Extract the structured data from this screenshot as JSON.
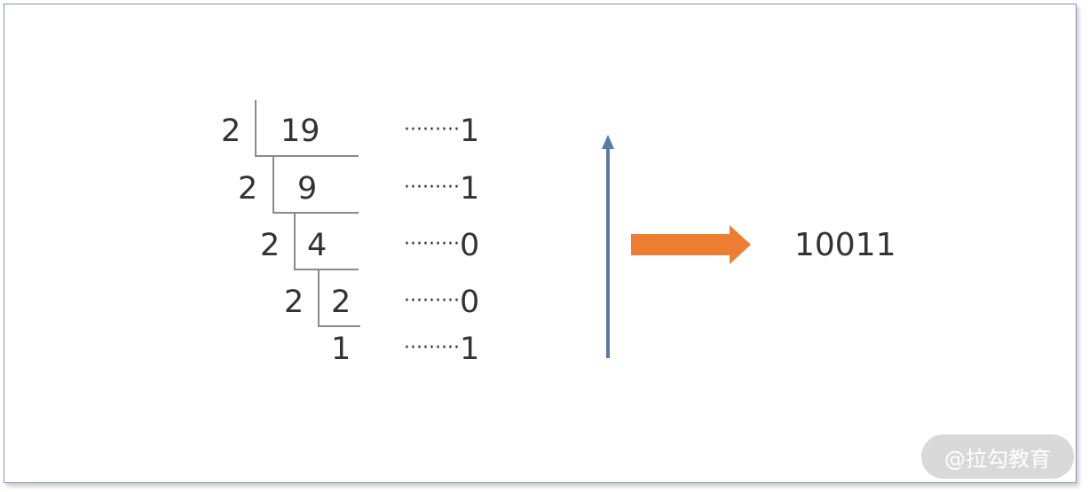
{
  "steps": [
    {
      "divisor": "2",
      "dividend": "19",
      "remainder": "1"
    },
    {
      "divisor": "2",
      "dividend": "9",
      "remainder": "1"
    },
    {
      "divisor": "2",
      "dividend": "4",
      "remainder": "0"
    },
    {
      "divisor": "2",
      "dividend": "2",
      "remainder": "0"
    }
  ],
  "final_quotient": "1",
  "final_remainder": "1",
  "dots": "·········",
  "result": "10011",
  "watermark": "@拉勾教育",
  "colors": {
    "up_arrow": "#5b7ba5",
    "right_arrow": "#ed7d31",
    "division_lines": "#8a8a8a",
    "border": "#7f95b5"
  }
}
